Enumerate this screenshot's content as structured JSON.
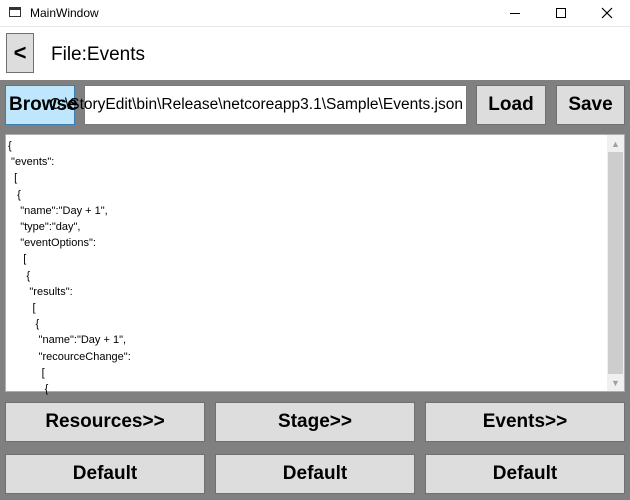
{
  "window": {
    "title": "MainWindow"
  },
  "header": {
    "back_label": "<",
    "page_title": "File:Events"
  },
  "toolbar": {
    "browse_label": "Browse",
    "path_value": "C:\\StoryEdit\\bin\\Release\\netcoreapp3.1\\Sample\\Events.json",
    "load_label": "Load",
    "save_label": "Save"
  },
  "editor": {
    "content": "{\n \"events\":\n  [\n   {\n    \"name\":\"Day + 1\",\n    \"type\":\"day\",\n    \"eventOptions\":\n     [\n      {\n       \"results\":\n        [\n         {\n          \"name\":\"Day + 1\",\n          \"recourceChange\":\n           [\n            {"
  },
  "nav": {
    "resources_label": "Resources>>",
    "stage_label": "Stage>>",
    "events_label": "Events>>",
    "default_1_label": "Default",
    "default_2_label": "Default",
    "default_3_label": "Default"
  }
}
